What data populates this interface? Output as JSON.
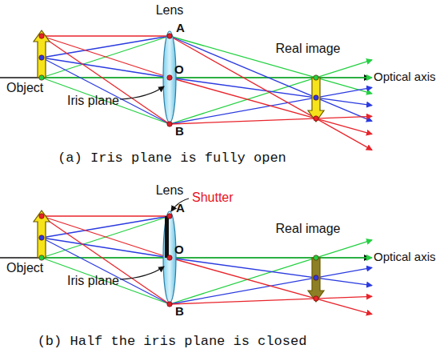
{
  "diagram": {
    "labels": [
      "Lens",
      "A",
      "O",
      "Real image",
      "Optical axis",
      "Object",
      "Iris plane",
      "B",
      "(a) Iris plane is fully open",
      "Lens",
      "Shutter",
      "A",
      "O",
      "Real image",
      "Optical axis",
      "Object",
      "Iris plane",
      "B",
      "(b) Half the iris plane is closed"
    ]
  }
}
